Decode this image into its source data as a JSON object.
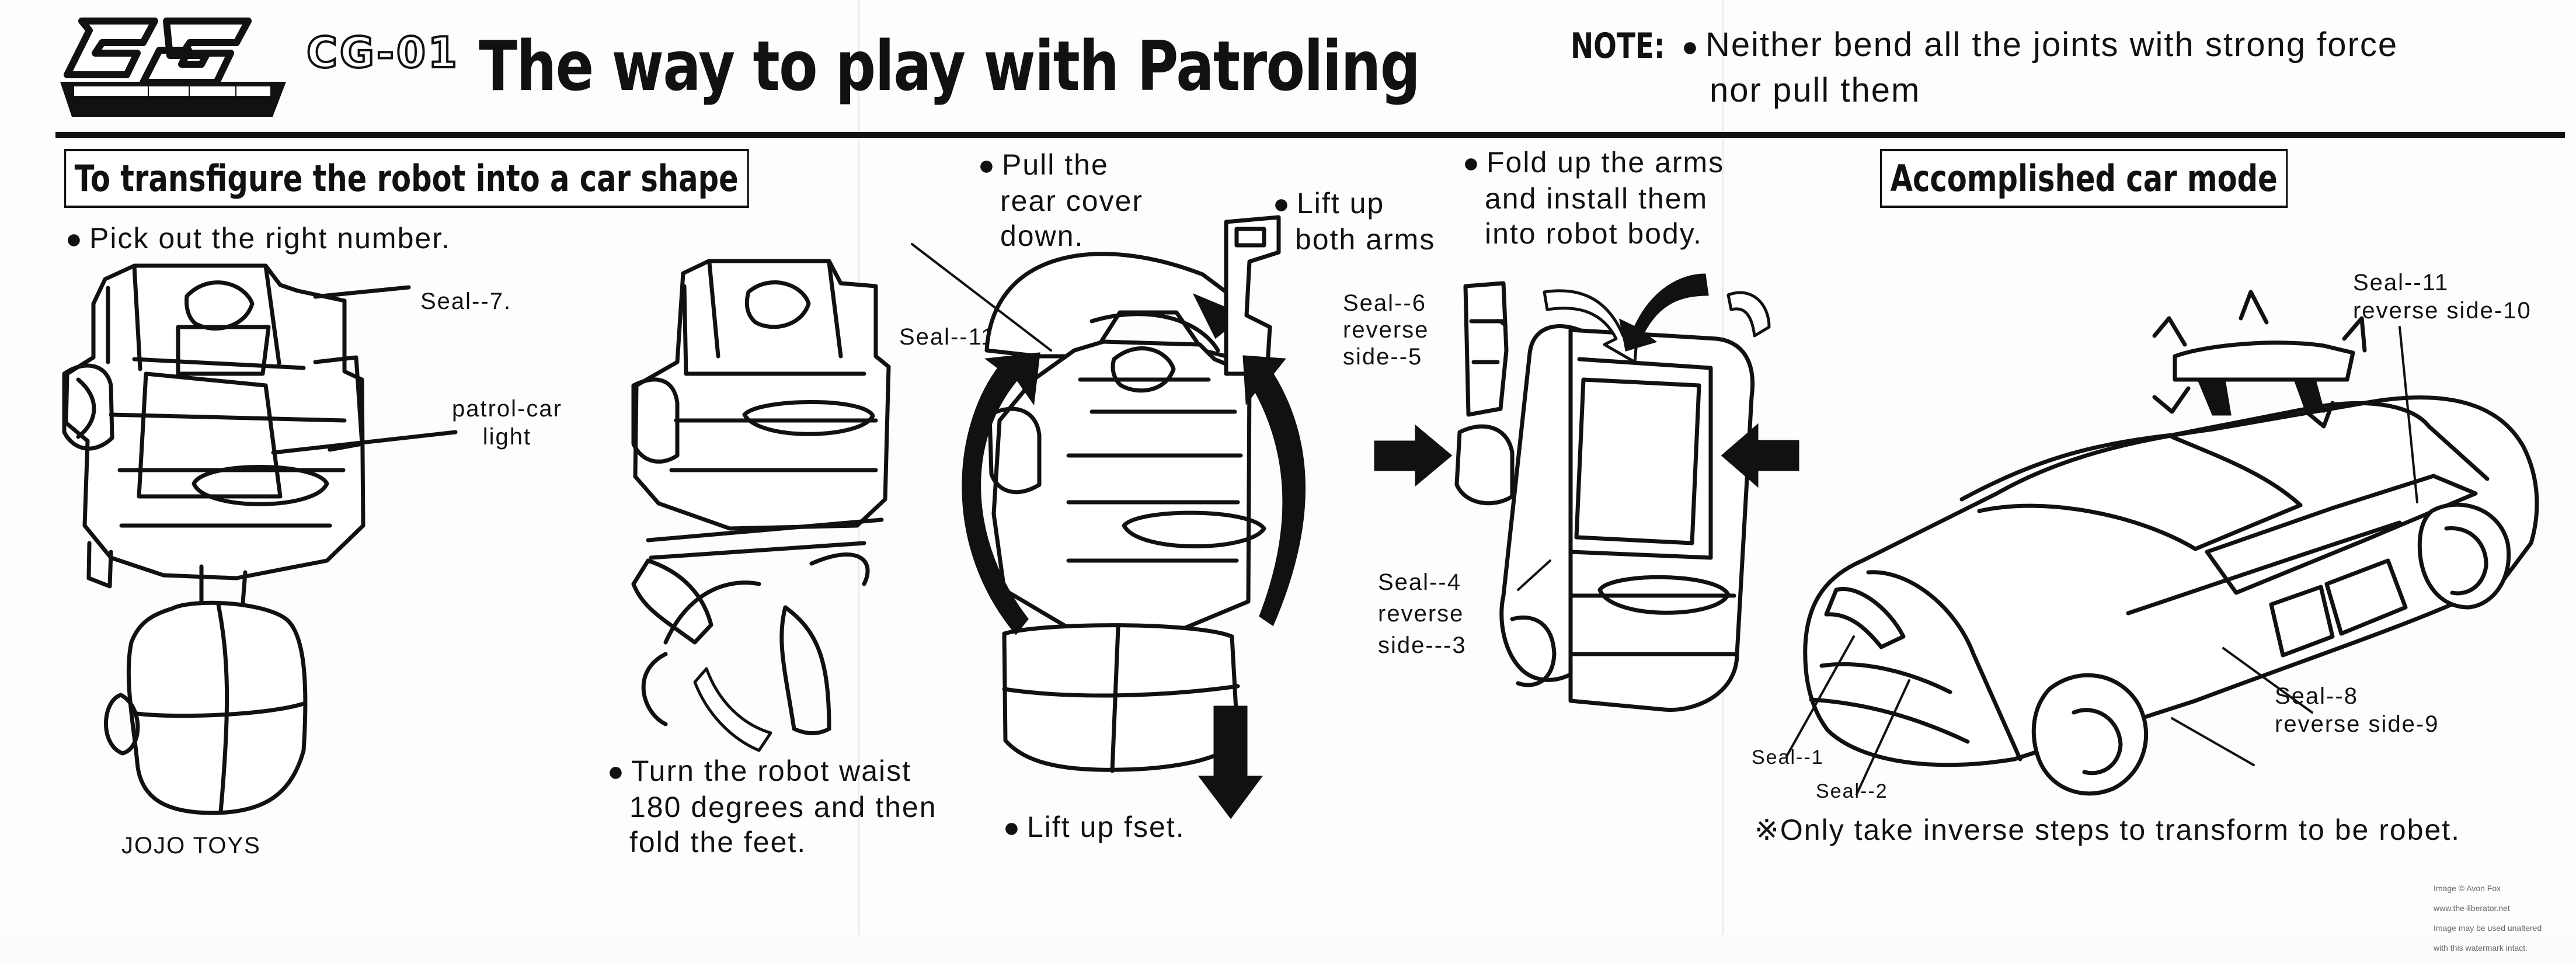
{
  "header": {
    "code": "CG-01",
    "title": "The way to play with Patroling",
    "note_label": "NOTE:",
    "note_lines": [
      "Neither bend all the joints with strong force",
      "nor pull them"
    ]
  },
  "sections": {
    "robot_heading": "To transfigure the robot into a car shape",
    "car_heading": "Accomplished car mode"
  },
  "steps": {
    "pick": "Pick out the  right number.",
    "turn_lines": [
      "Turn the robot waist",
      "180 degrees and then",
      "fold the feet."
    ],
    "pull_lines": [
      "Pull the",
      "rear cover",
      "down."
    ],
    "lift_arms_lines": [
      "Lift up",
      "both arms"
    ],
    "fold_arms_lines": [
      "Fold up the arms",
      "and install them",
      "into robot body."
    ],
    "lift_feet": "Lift up  fset."
  },
  "labels": {
    "seal7": "Seal--7.",
    "patrol_light_lines": [
      "patrol-car",
      "light"
    ],
    "brand": "JOJO TOYS",
    "seal11": "Seal--11",
    "seal6_lines": [
      "Seal--6",
      "reverse",
      "side--5"
    ],
    "seal4_lines": [
      "Seal--4",
      "reverse",
      "side---3"
    ],
    "seal11_car_lines": [
      "Seal--11",
      "reverse  side-10"
    ],
    "seal8_lines": [
      "Seal--8",
      "reverse side-9"
    ],
    "seal1": "Seal--1",
    "seal2": "Seal--2"
  },
  "footer": {
    "inverse_note": "※Only take inverse steps to transform to be robet.",
    "copyright_lines": [
      "Image © Avon Fox",
      "www.the-liberator.net",
      "Image may be used unaltered",
      "with this watermark intact."
    ]
  },
  "icons": [
    "cg-logo",
    "robot-illustration",
    "transform-arrow-icon",
    "car-illustration"
  ]
}
